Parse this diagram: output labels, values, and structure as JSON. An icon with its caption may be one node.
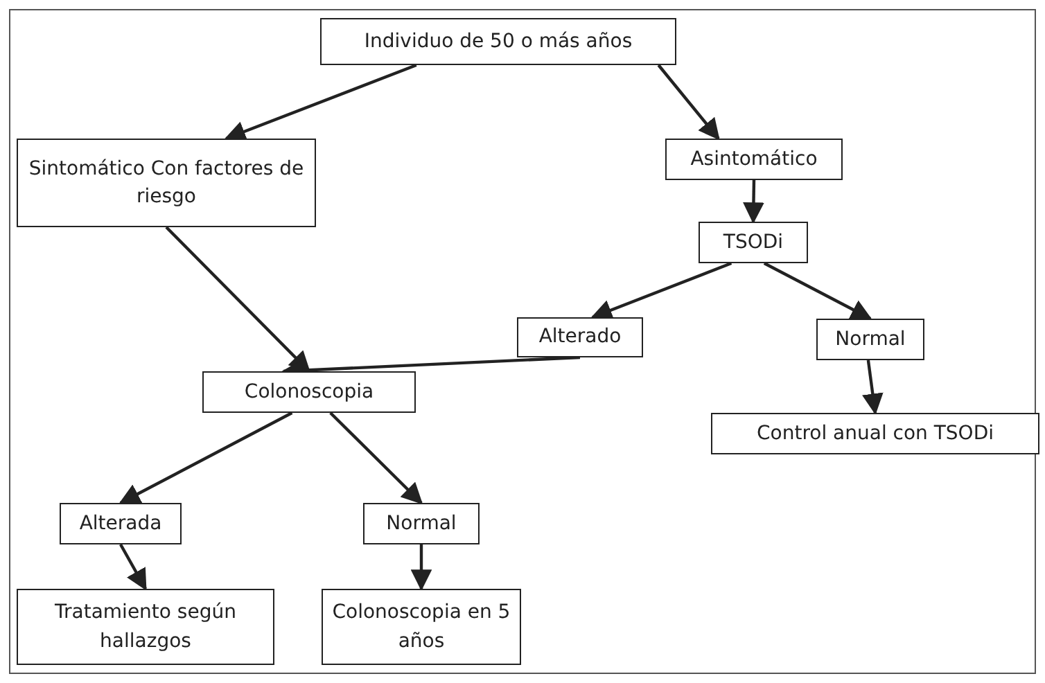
{
  "diagram": {
    "nodes": [
      {
        "text": [
          "Individuo de 50 o más años"
        ]
      },
      {
        "text": [
          "Sintomático Con factores de riesgo"
        ]
      },
      {
        "text": [
          "Asintomático"
        ]
      },
      {
        "text": [
          "TSODi"
        ]
      },
      {
        "text": [
          "Alterado"
        ]
      },
      {
        "text": [
          "Normal"
        ]
      },
      {
        "text": [
          "Colonoscopia"
        ]
      },
      {
        "text": [
          "Control anual con TSODi"
        ]
      },
      {
        "text": [
          "Alterada"
        ]
      },
      {
        "text": [
          "Normal"
        ]
      },
      {
        "text": [
          "Tratamiento según hallazgos"
        ]
      },
      {
        "text": [
          "Colonoscopia en 5 años"
        ]
      }
    ],
    "edges": [
      {
        "from": 0,
        "to": 1,
        "arrow": "to"
      },
      {
        "from": 0,
        "to": 2,
        "arrow": "to"
      },
      {
        "from": 2,
        "to": 3,
        "arrow": "to"
      },
      {
        "from": 3,
        "to": 4,
        "arrow": "to"
      },
      {
        "from": 3,
        "to": 5,
        "arrow": "to"
      },
      {
        "from": 1,
        "to": 6,
        "arrow": "to"
      },
      {
        "from": 4,
        "to": 6,
        "arrow": "to"
      },
      {
        "from": 5,
        "to": 7,
        "arrow": "to"
      },
      {
        "from": 6,
        "to": 8,
        "arrow": "to"
      },
      {
        "from": 6,
        "to": 9,
        "arrow": "to"
      },
      {
        "from": 8,
        "to": 10,
        "arrow": "to"
      },
      {
        "from": 9,
        "to": 11,
        "arrow": "to"
      }
    ]
  }
}
